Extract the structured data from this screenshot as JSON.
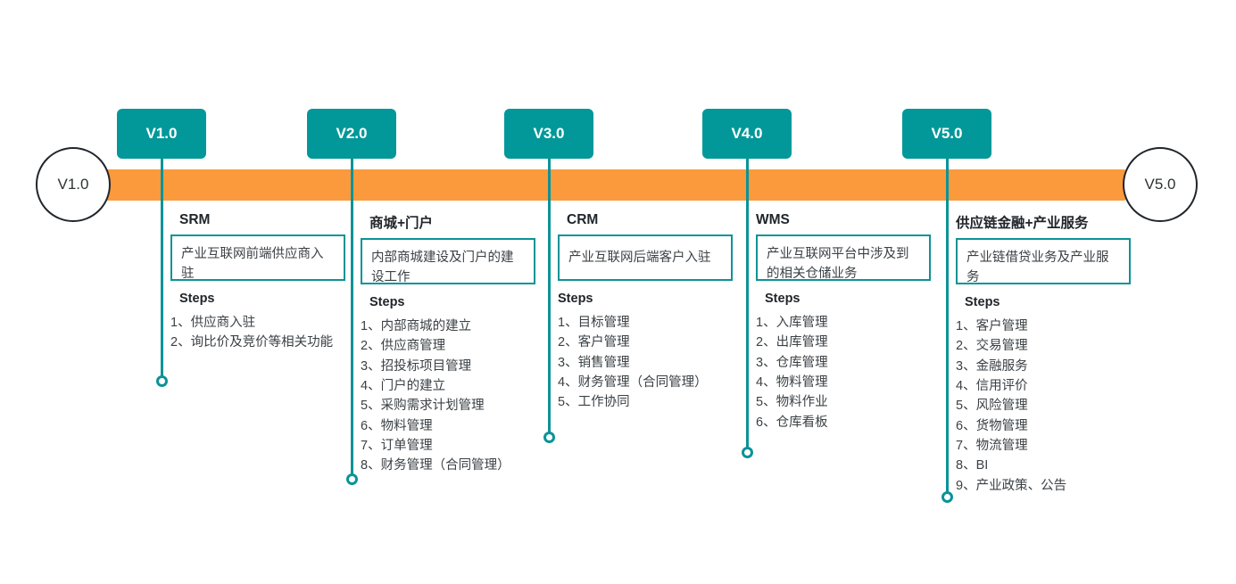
{
  "theme": {
    "teal": "#029899",
    "teal_line": "#0b9397",
    "orange": "#fb9a3c",
    "outline": "#20262b",
    "text": "#3b4145"
  },
  "timeline": {
    "start_label": "V1.0",
    "end_label": "V5.0",
    "steps_heading": "Steps"
  },
  "milestones": [
    {
      "badge": "V1.0",
      "title": "SRM",
      "description": "产业互联网前端供应商入驻",
      "steps": [
        "1、供应商入驻",
        "2、询比价及竞价等相关功能"
      ]
    },
    {
      "badge": "V2.0",
      "title": "商城+门户",
      "description": "内部商城建设及门户的建设工作",
      "steps": [
        "1、内部商城的建立",
        "2、供应商管理",
        "3、招投标项目管理",
        "4、门户的建立",
        "5、采购需求计划管理",
        "6、物料管理",
        "7、订单管理",
        "8、财务管理（合同管理）"
      ]
    },
    {
      "badge": "V3.0",
      "title": "CRM",
      "description": "产业互联网后端客户入驻",
      "steps": [
        "1、目标管理",
        "2、客户管理",
        "3、销售管理",
        "4、财务管理（合同管理）",
        "5、工作协同"
      ]
    },
    {
      "badge": "V4.0",
      "title": "WMS",
      "description": "产业互联网平台中涉及到的相关仓储业务",
      "steps": [
        "1、入库管理",
        "2、出库管理",
        "3、仓库管理",
        "4、物料管理",
        "5、物料作业",
        "6、仓库看板"
      ]
    },
    {
      "badge": "V5.0",
      "title": "供应链金融+产业服务",
      "description": "产业链借贷业务及产业服务",
      "steps": [
        "1、客户管理",
        "2、交易管理",
        "3、金融服务",
        "4、信用评价",
        "5、风险管理",
        "6、货物管理",
        "7、物流管理",
        "8、BI",
        "9、产业政策、公告"
      ]
    }
  ]
}
